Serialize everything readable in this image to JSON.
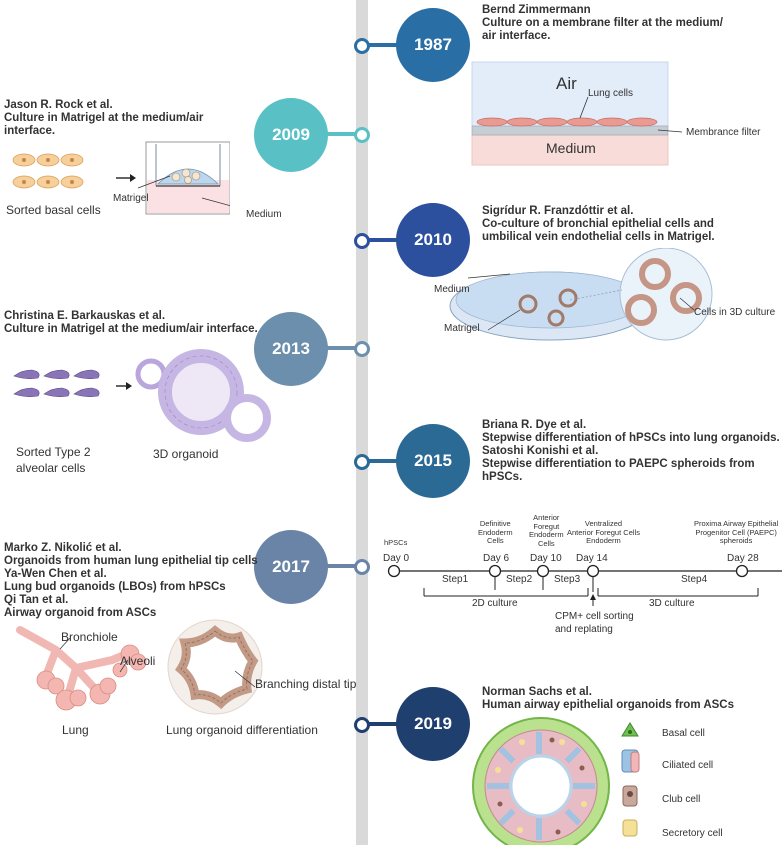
{
  "colors": {
    "spine": "#d9d9d9",
    "y1987": "#2a6ea6",
    "y2009": "#59c1c6",
    "y2010": "#2c4f9e",
    "y2013": "#6b8fad",
    "y2015": "#2a6a95",
    "y2017": "#6a84a8",
    "y2019": "#1f3f6e"
  },
  "events": [
    {
      "year": "1987",
      "lines": [
        "Bernd Zimmermann",
        "Culture on a membrane filter at the medium/",
        "air interface."
      ]
    },
    {
      "year": "2009",
      "lines": [
        "Jason R. Rock et al.",
        "Culture in Matrigel at the medium/air",
        "interface."
      ]
    },
    {
      "year": "2010",
      "lines": [
        "Sigrídur R. Franzdóttir et al.",
        "Co-culture of bronchial epithelial cells and",
        "umbilical vein endothelial cells in Matrigel."
      ]
    },
    {
      "year": "2013",
      "lines": [
        "Christina E. Barkauskas et al.",
        "Culture in Matrigel at the medium/air interface."
      ]
    },
    {
      "year": "2015",
      "lines": [
        "Briana R. Dye et al.",
        "Stepwise differentiation of hPSCs into lung organoids.",
        "Satoshi Konishi et al.",
        "Stepwise differentiation to PAEPC spheroids from",
        "hPSCs."
      ]
    },
    {
      "year": "2017",
      "lines": [
        "Marko Z. Nikolić et al.",
        "Organoids from human lung epithelial tip cells",
        "Ya-Wen Chen et al.",
        "Lung bud organoids (LBOs) from hPSCs",
        "Qi Tan et al.",
        "Airway organoid from ASCs"
      ]
    },
    {
      "year": "2019",
      "lines": [
        "Norman Sachs et al.",
        "Human airway epithelial organoids from ASCs"
      ]
    }
  ],
  "panel1987": {
    "air": "Air",
    "medium": "Medium",
    "lung_cells": "Lung cells",
    "membrane": "Membrance filter"
  },
  "panel2009": {
    "sorted": "Sorted basal cells",
    "matrigel": "Matrigel",
    "medium": "Medium"
  },
  "panel2010": {
    "medium": "Medium",
    "matrigel": "Matrigel",
    "cells3d": "Cells in 3D culture"
  },
  "panel2013": {
    "sorted_line1": "Sorted Type 2",
    "sorted_line2": "alveolar cells",
    "organoid": "3D organoid"
  },
  "panel2015": {
    "stages": [
      {
        "top": [
          "hPSCs"
        ],
        "day": "Day 0"
      },
      {
        "top": [
          "Definitive",
          "Endoderm",
          "Cells"
        ],
        "day": "Day 6"
      },
      {
        "top": [
          "Anterior",
          "Foregut",
          "Endoderm",
          "Cells"
        ],
        "day": "Day 10"
      },
      {
        "top": [
          "Ventralized",
          "Anterior Foregut Cells",
          "Endoderm"
        ],
        "day": "Day 14"
      },
      {
        "top": [
          "Proxima Airway Epithelial",
          "Progenitor Cell (PAEPC)",
          "spheroids"
        ],
        "day": "Day 28"
      }
    ],
    "steps": [
      "Step1",
      "Step2",
      "Step3",
      "Step4"
    ],
    "culture2d": "2D culture",
    "culture3d": "3D culture",
    "sorting_line1": "CPM+ cell sorting",
    "sorting_line2": "and replating"
  },
  "panel2017": {
    "bronchiole": "Bronchiole",
    "alveoli": "Alveoli",
    "lung": "Lung",
    "tip": "Branching distal tip",
    "diff": "Lung organoid differentiation"
  },
  "panel2019": {
    "legend": [
      "Basal cell",
      "Ciliated cell",
      "Club cell",
      "Secretory cell"
    ]
  }
}
